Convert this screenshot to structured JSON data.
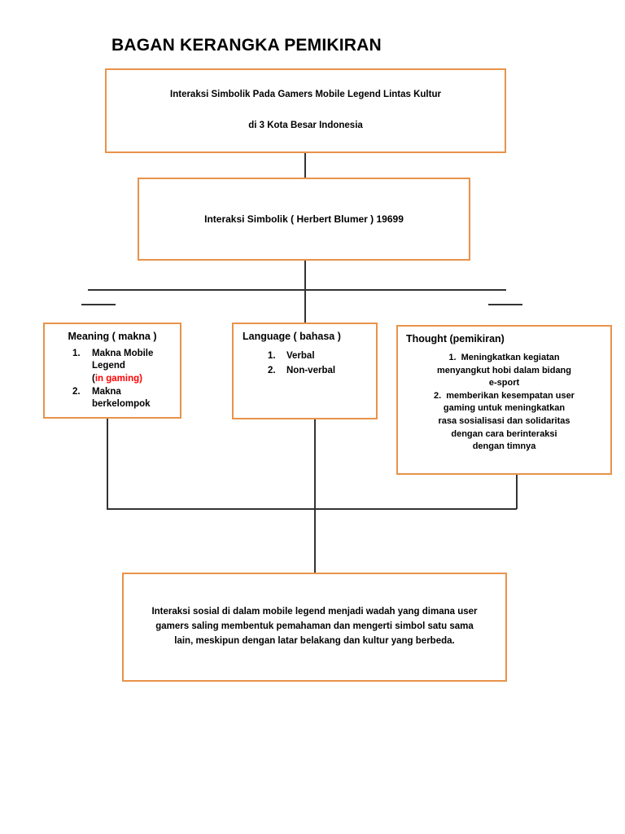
{
  "page": {
    "title": "BAGAN KERANGKA PEMIKIRAN",
    "accent_color": "#E8934A",
    "line_color": "#333333",
    "highlight_color": "#FF0000",
    "background": "#FFFFFF"
  },
  "nodes": {
    "topic": {
      "line1": "Interaksi Simbolik Pada Gamers Mobile Legend Lintas Kultur",
      "line2": "di 3 Kota Besar Indonesia"
    },
    "theory": {
      "label": "Interaksi Simbolik ( Herbert Blumer ) 19699"
    },
    "meaning": {
      "heading": "Meaning  ( makna )",
      "items": [
        {
          "line1": "Makna Mobile",
          "line2": "Legend",
          "note_open": "(",
          "note": "in gaming",
          "note_close": ")"
        },
        {
          "line1": "Makna",
          "line2": "berkelompok"
        }
      ]
    },
    "language": {
      "heading": "Language ( bahasa )",
      "items": [
        "Verbal",
        "Non-verbal"
      ]
    },
    "thought": {
      "heading": "Thought (pemikiran)",
      "items": [
        {
          "number": "1.",
          "lines": [
            "Meningkatkan kegiatan",
            "menyangkut hobi dalam bidang",
            "e-sport"
          ]
        },
        {
          "number": "2.",
          "lines": [
            "memberikan kesempatan user",
            "gaming untuk meningkatkan",
            "rasa sosialisasi dan solidaritas",
            "dengan cara berinteraksi",
            "dengan timnya"
          ]
        }
      ]
    },
    "conclusion": {
      "line1": "Interaksi sosial di dalam mobile legend menjadi wadah yang dimana user",
      "line2": "gamers saling membentuk pemahaman dan mengerti simbol satu sama",
      "line3": "lain, meskipun dengan latar belakang dan kultur yang berbeda."
    }
  }
}
